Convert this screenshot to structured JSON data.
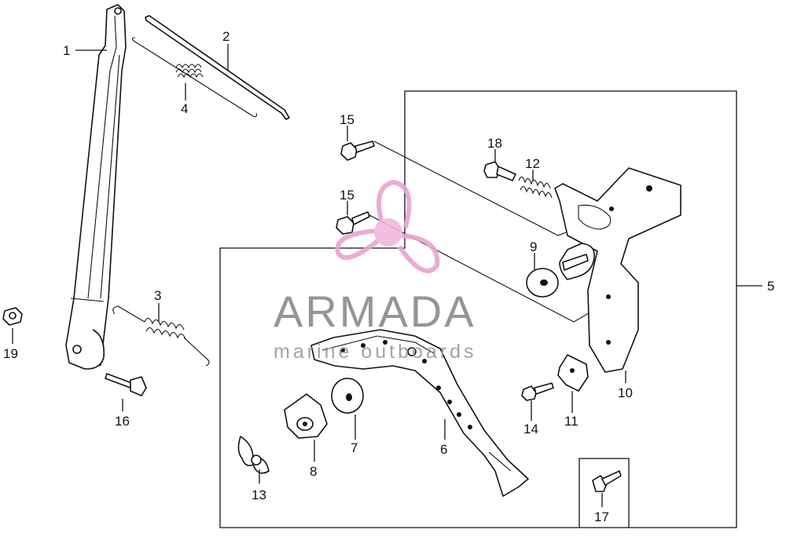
{
  "diagram": {
    "callouts": [
      {
        "id": "1",
        "label": "1"
      },
      {
        "id": "2",
        "label": "2"
      },
      {
        "id": "3",
        "label": "3"
      },
      {
        "id": "4",
        "label": "4"
      },
      {
        "id": "5",
        "label": "5"
      },
      {
        "id": "6",
        "label": "6"
      },
      {
        "id": "7",
        "label": "7"
      },
      {
        "id": "8",
        "label": "8"
      },
      {
        "id": "9",
        "label": "9"
      },
      {
        "id": "10",
        "label": "10"
      },
      {
        "id": "11",
        "label": "11"
      },
      {
        "id": "12",
        "label": "12"
      },
      {
        "id": "13",
        "label": "13"
      },
      {
        "id": "14",
        "label": "14"
      },
      {
        "id": "15a",
        "label": "15"
      },
      {
        "id": "15b",
        "label": "15"
      },
      {
        "id": "16",
        "label": "16"
      },
      {
        "id": "17",
        "label": "17"
      },
      {
        "id": "18",
        "label": "18"
      },
      {
        "id": "19",
        "label": "19"
      }
    ]
  },
  "watermark": {
    "brand": "ARMADA",
    "tagline": "marine outboards",
    "logo_color": "#e8a4d0",
    "logo_accent": "#f0b8dd"
  }
}
